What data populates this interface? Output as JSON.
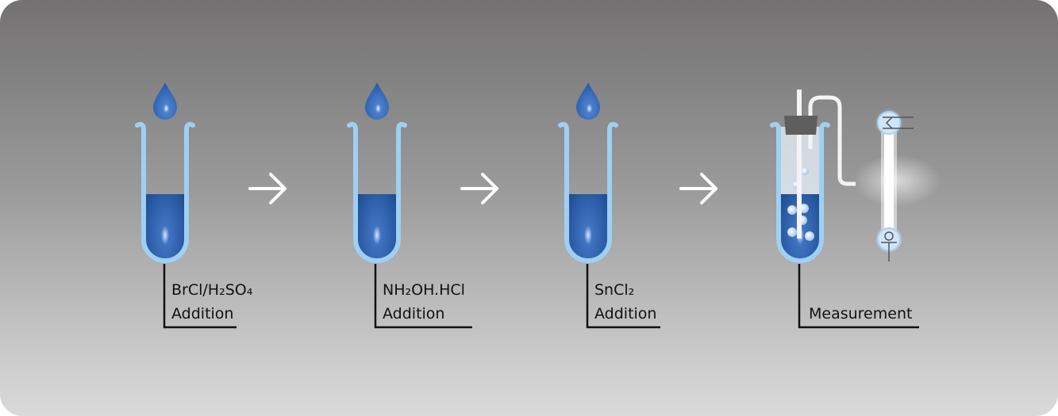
{
  "steps": [
    {
      "line1": "BrCl/H₂SO₄",
      "line2": "Addition"
    },
    {
      "line1": "NH₂OH.HCl",
      "line2": "Addition"
    },
    {
      "line1": "SnCl₂",
      "line2": "Addition"
    },
    {
      "line1": "Measurement"
    }
  ],
  "colors": {
    "liquid": "#1f4f97",
    "tube": "#9fd0f3",
    "drop": "#2d63b3",
    "arrow": "#ffffff"
  }
}
